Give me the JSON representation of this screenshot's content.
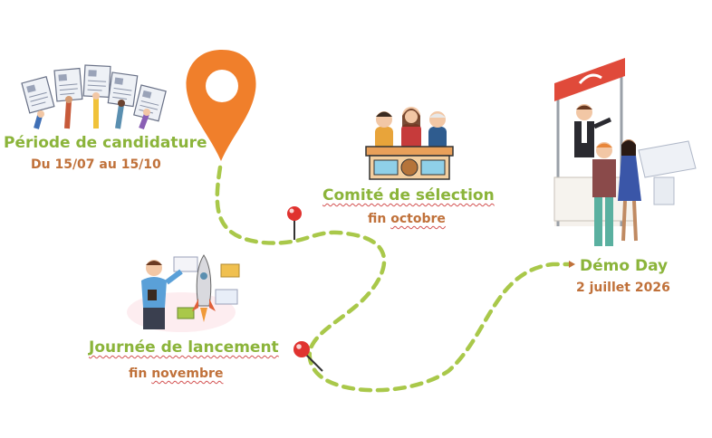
{
  "steps": [
    {
      "title": "Période de candidature",
      "subtitle": "Du 15/07 au 15/10"
    },
    {
      "title": "Comité de sélection",
      "subtitle_plain": "fin ",
      "subtitle_underlined": "octobre"
    },
    {
      "title": "Journée de lancement",
      "subtitle_plain": "fin ",
      "subtitle_underlined": "novembre"
    },
    {
      "title": "Démo Day",
      "subtitle": "2 juillet 2026"
    }
  ],
  "colors": {
    "path": "#a9c84a",
    "step_title": "#8bb43a",
    "step_subtitle": "#c0713a",
    "big_pin": "#f07f2b",
    "small_pin": "#e0322f"
  },
  "icons": [
    "location-pin-icon",
    "map-pin-icon",
    "arrow-icon"
  ],
  "illustrations": [
    "hands-holding-documents",
    "selection-jury-panel",
    "rocket-launch-presenter",
    "demo-day-stand"
  ]
}
